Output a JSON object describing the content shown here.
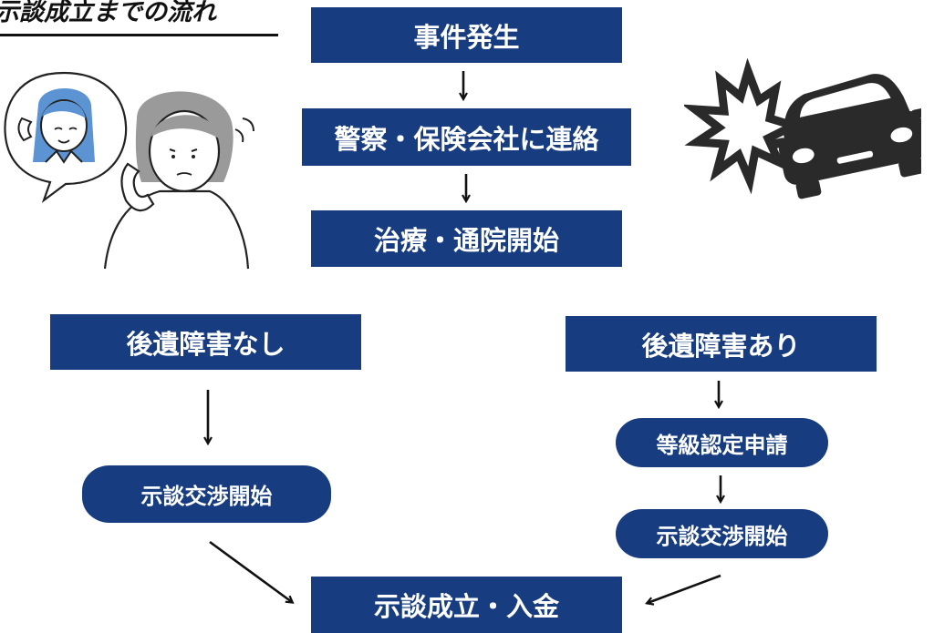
{
  "title": "示談成立までの流れ",
  "steps": {
    "accident": "事件発生",
    "contact": "警察・保険会社に連絡",
    "treatment": "治療・通院開始",
    "no_disability": "後遺障害なし",
    "with_disability": "後遺障害あり",
    "negotiation_left": "示談交渉開始",
    "grade_application": "等級認定申請",
    "negotiation_right": "示談交渉開始",
    "settlement": "示談成立・入金"
  },
  "colors": {
    "box_fill": "#173c80",
    "box_text": "#ffffff",
    "arrow": "#111111",
    "car": "#2a2a2a",
    "person_hair_blue": "#5b93d3",
    "person_hair_gray": "#9a9a9a"
  },
  "icons": [
    "phone-call-illustration",
    "car-crash-icon"
  ]
}
